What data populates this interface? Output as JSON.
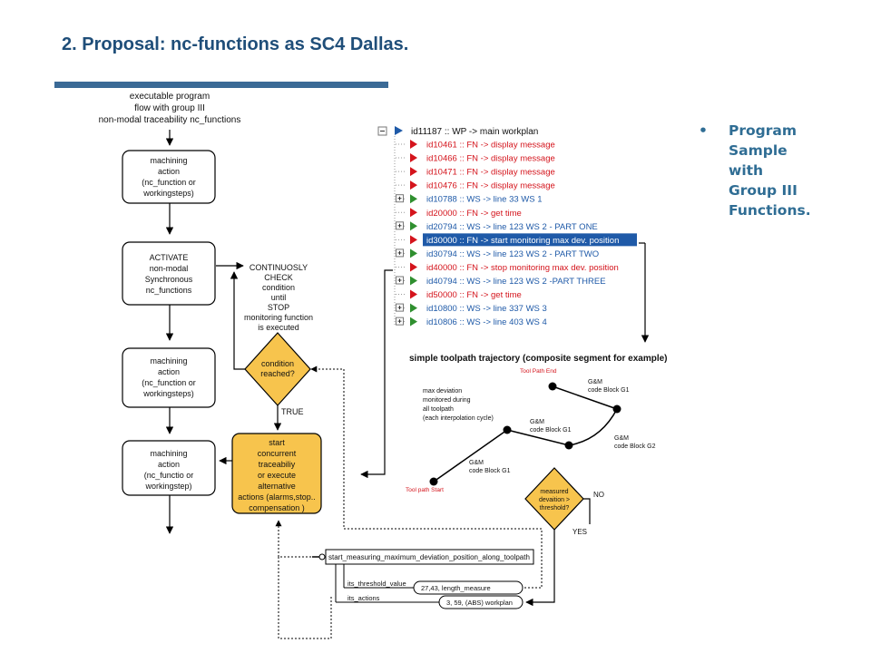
{
  "title": "2. Proposal: nc-functions as SC4 Dallas.",
  "bullet": {
    "symbol": "•",
    "lines": [
      "Program",
      "Sample",
      "with",
      "Group III",
      "Functions."
    ]
  },
  "flow": {
    "header": [
      "executable program",
      "flow with group III",
      "non-modal traceability nc_functions"
    ],
    "box1": [
      "machining",
      "action",
      "(nc_function or",
      "workingsteps)"
    ],
    "box2": [
      "ACTIVATE",
      "non-modal",
      "Synchronous",
      "nc_functions"
    ],
    "box3": [
      "machining",
      "action",
      "(nc_function or",
      "workingsteps)"
    ],
    "box4": [
      "machining",
      "action",
      "(nc_functio or",
      "workingstep)"
    ],
    "check": [
      "CONTINUOSLY",
      "CHECK",
      "condition",
      "until",
      "STOP",
      "monitoring function",
      "is executed"
    ],
    "diamond": [
      "condition",
      "reached?"
    ],
    "true_label": "TRUE",
    "orange_box": [
      "start",
      "concurrent",
      "traceabiliy",
      "or execute",
      "alternative",
      "actions (alarms,stop..",
      "compensation )"
    ]
  },
  "tree": {
    "root": "id11187 :: WP -> main workplan",
    "items": [
      {
        "text": "id10461 :: FN -> display message",
        "kind": "fn",
        "expand": false
      },
      {
        "text": "id10466 :: FN -> display message",
        "kind": "fn",
        "expand": false
      },
      {
        "text": "id10471 :: FN -> display message",
        "kind": "fn",
        "expand": false
      },
      {
        "text": "id10476 :: FN -> display message",
        "kind": "fn",
        "expand": false
      },
      {
        "text": "id10788 :: WS -> line 33 WS 1",
        "kind": "ws",
        "expand": true
      },
      {
        "text": "id20000 :: FN -> get time",
        "kind": "fn",
        "expand": false
      },
      {
        "text": "id20794 :: WS -> line 123 WS 2 - PART ONE",
        "kind": "ws",
        "expand": true
      },
      {
        "text": "id30000 :: FN -> start monitoring max dev. position",
        "kind": "sel",
        "expand": false
      },
      {
        "text": "id30794 :: WS -> line 123 WS 2 - PART TWO",
        "kind": "ws",
        "expand": true
      },
      {
        "text": "id40000 :: FN -> stop monitoring max dev. position",
        "kind": "fn",
        "expand": false
      },
      {
        "text": "id40794 :: WS -> line 123 WS 2 -PART THREE",
        "kind": "ws",
        "expand": true
      },
      {
        "text": "id50000 :: FN -> get time",
        "kind": "fn",
        "expand": false
      },
      {
        "text": "id10800 :: WS -> line 337 WS 3",
        "kind": "ws",
        "expand": true
      },
      {
        "text": "id10806 :: WS -> line 403 WS 4",
        "kind": "ws",
        "expand": true
      }
    ]
  },
  "toolpath": {
    "title": "simple toolpath trajectory (composite segment for example)",
    "end_label": "Tool Path End",
    "start_label": "Tool path Start",
    "monitor_note": [
      "max deviation",
      "monitored during",
      "all toolpath",
      "(each interpolation cycle)"
    ],
    "seg1": [
      "G&M",
      "code Block G1"
    ],
    "seg2": [
      "G&M",
      "code Block G1"
    ],
    "seg3": [
      "G&M",
      "code Block G2"
    ],
    "seg4": [
      "G&M",
      "code Block G1"
    ]
  },
  "decision": {
    "text": [
      "measured",
      "devaition >",
      "threshold?"
    ],
    "no": "NO",
    "yes": "YES"
  },
  "express": {
    "entity": "start_measuring_maximum_deviation_position_along_toolpath",
    "attr1": "its_threshold_value",
    "attr2": "its_actions",
    "val1": "27,43, length_measure",
    "val2": "3, 59, (ABS) workplan"
  },
  "colors": {
    "title": "#1f4e79",
    "bar": "#3b6a96",
    "bullet": "#2f6d94",
    "fn": "#d4141c",
    "ws": "#1f5aa8",
    "orange": "#f7c44d",
    "selected": "#1f5aa8"
  }
}
